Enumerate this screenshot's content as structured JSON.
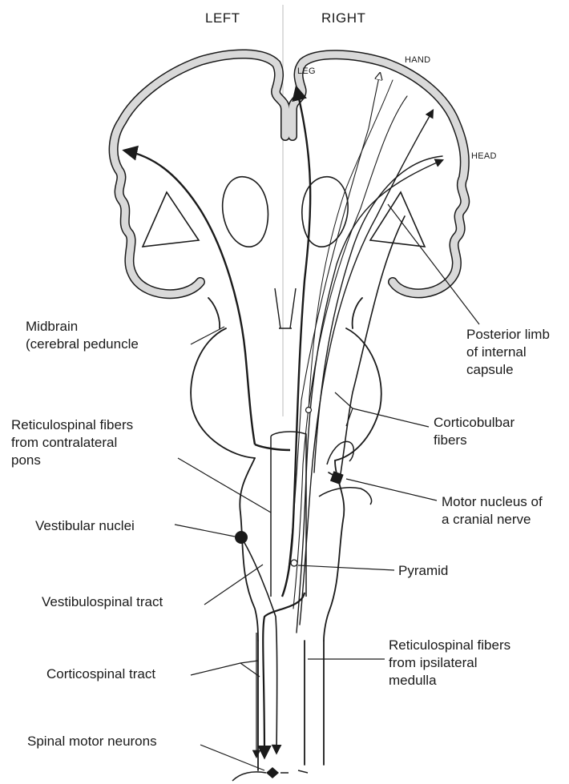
{
  "sides": {
    "left": "LEFT",
    "right": "RIGHT"
  },
  "cortex": {
    "leg": "LEG",
    "hand": "HAND",
    "head": "HEAD"
  },
  "labels": {
    "midbrain": "Midbrain\n(cerebral peduncle",
    "posterior_limb": "Posterior limb\nof internal\ncapsule",
    "reticulospinal_contralateral": "Reticulospinal fibers\nfrom contralateral\npons",
    "corticobulbar": "Corticobulbar\nfibers",
    "motor_nucleus": "Motor nucleus of\na cranial nerve",
    "vestibular_nuclei": "Vestibular nuclei",
    "pyramid": "Pyramid",
    "vestibulospinal": "Vestibulospinal tract",
    "reticulospinal_ipsilateral": "Reticulospinal fibers\nfrom ipsilateral\nmedulla",
    "corticospinal": "Corticospinal tract",
    "spinal_motor_neurons": "Spinal motor neurons"
  },
  "colors": {
    "outline": "#1a1a1a",
    "cortex_fill": "#d9d9d9",
    "background": "#ffffff"
  }
}
